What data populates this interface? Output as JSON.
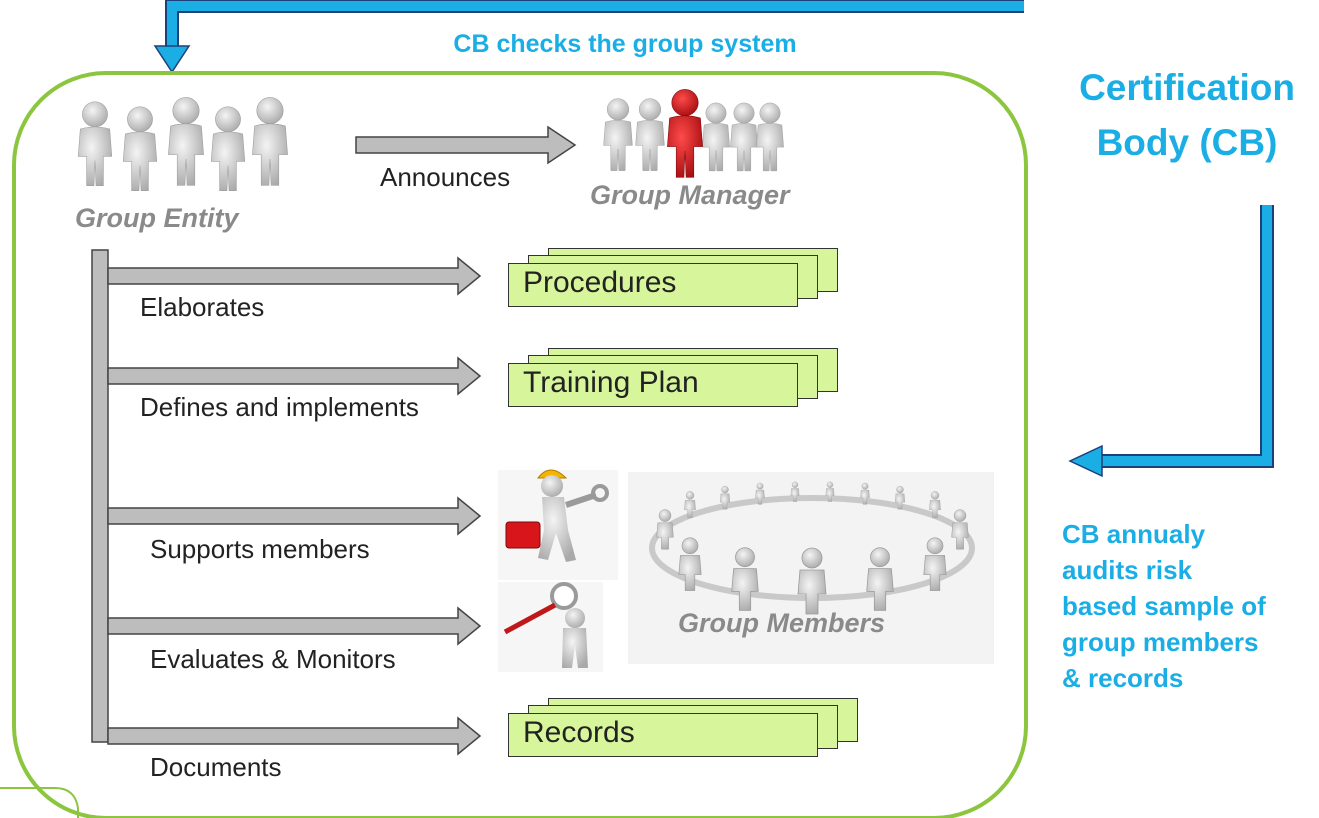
{
  "top_caption": "CB checks the group system",
  "cb_title_line1": "Certification",
  "cb_title_line2": "Body (CB)",
  "cb_audit_lines": [
    "CB annualy",
    "audits risk",
    "based sample of",
    "group members",
    "& records"
  ],
  "people": {
    "group_entity": "Group Entity",
    "group_manager": "Group Manager",
    "group_members": "Group Members"
  },
  "announce_label": "Announces",
  "actions": [
    "Elaborates",
    "Defines and implements",
    "Supports members",
    "Evaluates  & Monitors",
    "Documents"
  ],
  "documents": [
    "Procedures",
    "Training Plan",
    "Records"
  ],
  "colors": {
    "blue_accent": "#1aaee5",
    "green_border": "#8cc63f",
    "doc_fill": "#d7f59a",
    "manager_red": "#d8151b",
    "figure_gray": "#c8c8c8",
    "arrow_gray": "#bdbdbd"
  }
}
